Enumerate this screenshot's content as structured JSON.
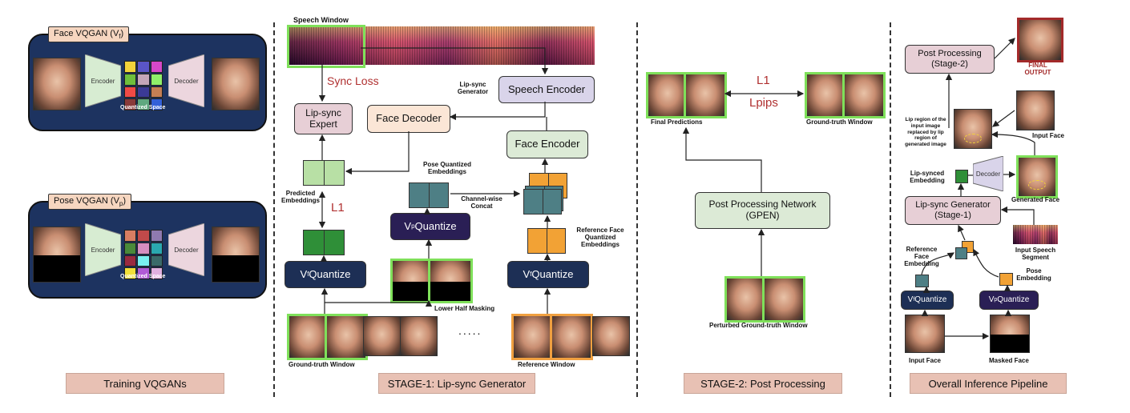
{
  "panel1": {
    "face_vqgan_tag": "Face VQGAN (V",
    "face_vqgan_sub": "f",
    "pose_vqgan_tag": "Pose VQGAN (V",
    "pose_vqgan_sub": "p",
    "encoder_label": "Encoder",
    "decoder_label": "Decoder",
    "quantized_space_label": "Quantized Space",
    "footer": "Training VQGANs"
  },
  "panel2": {
    "speech_window_label": "Speech Window",
    "sync_loss_label": "Sync Loss",
    "lipsync_generator_label": "Lip-sync\nGenerator",
    "speech_encoder_label": "Speech Encoder",
    "lipsync_expert_label": "Lip-sync\nExpert",
    "face_decoder_label": "Face Decoder",
    "face_encoder_label": "Face Encoder",
    "pose_quantized_label": "Pose Quantized\nEmbeddings",
    "predicted_embeddings_label": "Predicted\nEmbeddings",
    "l1_label": "L1",
    "vp_quantize_label": "V",
    "vp_quantize_sub": "p",
    "vp_quantize_suffix": " Quantize",
    "channel_concat_label": "Channel-wise\nConcat",
    "ref_face_quantized_label": "Reference Face\nQuantized\nEmbeddings",
    "vf_quantize_label": "V",
    "vf_quantize_sub": "f",
    "vf_quantize_suffix": " Quantize",
    "lower_half_masking_label": "Lower Half Masking",
    "ellipsis": ".....",
    "gt_window_label": "Ground-truth Window",
    "ref_window_label": "Reference Window",
    "footer": "STAGE-1: Lip-sync Generator"
  },
  "panel3": {
    "l1_label": "L1",
    "lpips_label": "Lpips",
    "final_predictions_label": "Final Predictions",
    "gt_window_label": "Ground-truth Window",
    "post_network_label": "Post Processing Network\n(GPEN)",
    "perturbed_label": "Perturbed Ground-truth Window",
    "footer": "STAGE-2: Post Processing"
  },
  "panel4": {
    "post_processing_label": "Post Processing\n(Stage-2)",
    "final_output_label": "FINAL\nOUTPUT",
    "lip_region_label": "Lip region of the\ninput image\nreplaced by lip\nregion of\ngenerated image",
    "input_face_label": "Input Face",
    "lipsynced_embedding_label": "Lip-synced\nEmbedding",
    "decoder_label": "Decoder",
    "generated_face_label": "Generated Face",
    "lipsync_generator_label": "Lip-sync Generator\n(Stage-1)",
    "input_speech_label": "Input Speech\nSegment",
    "ref_face_embedding_label": "Reference\nFace\nEmbedding",
    "pose_embedding_label": "Pose\nEmbedding",
    "vf_quantize_label": "V",
    "vf_quantize_sub": "f",
    "vf_quantize_suffix": " Quantize",
    "vp_quantize_label": "V",
    "vp_quantize_sub": "p",
    "vp_quantize_suffix": " Quantize",
    "input_face_bottom_label": "Input Face",
    "masked_face_label": "Masked Face",
    "footer": "Overall Inference Pipeline"
  },
  "colors": {
    "vqgan_bg": "#1d3360",
    "footer_bg": "#e8c1b4",
    "green_border": "#7fe05a",
    "orange_border": "#f0a040",
    "loss_red": "#b03030"
  },
  "codebook_colors_face": [
    "#f2d23a",
    "#5a55c6",
    "#d648c9",
    "#6fbf3c",
    "#c4a6b8",
    "#8ff06a",
    "#f04a46",
    "#3b3a96",
    "#c47f54",
    "#8a3b3a",
    "#5fa87f",
    "#3360d8"
  ],
  "codebook_colors_pose": [
    "#d87e62",
    "#c04a4a",
    "#8f7ab0",
    "#4a8a3a",
    "#d68fc0",
    "#2aa8b0",
    "#9a2a40",
    "#79f0f0",
    "#3a6a6a",
    "#f2e03a",
    "#b05ad6",
    "#e0b0e0"
  ]
}
